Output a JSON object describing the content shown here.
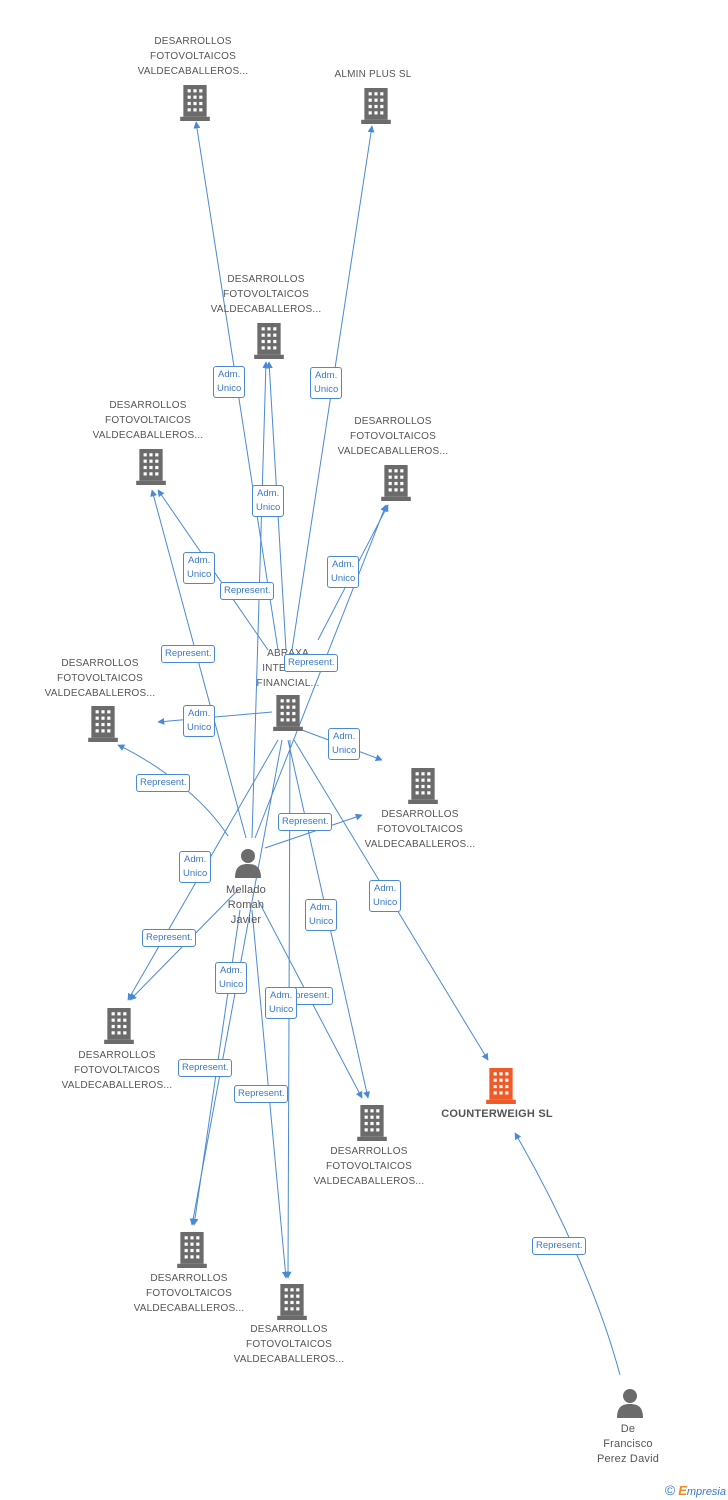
{
  "colors": {
    "edge": "#4a8ad4",
    "building": "#6b6b6b",
    "highlight": "#f05a28",
    "person": "#6b6b6b"
  },
  "nodes": {
    "n1": {
      "label": "DESARROLLOS\nFOTOVOLTAICOS\nVALDECABALLEROS...",
      "icon": "building-icon"
    },
    "n2": {
      "label": "ALMIN PLUS SL",
      "icon": "building-icon"
    },
    "n3": {
      "label": "DESARROLLOS\nFOTOVOLTAICOS\nVALDECABALLEROS...",
      "icon": "building-icon"
    },
    "n4": {
      "label": "DESARROLLOS\nFOTOVOLTAICOS\nVALDECABALLEROS...",
      "icon": "building-icon"
    },
    "n5": {
      "label": "DESARROLLOS\nFOTOVOLTAICOS\nVALDECABALLEROS...",
      "icon": "building-icon"
    },
    "n6": {
      "label": "DESARROLLOS\nFOTOVOLTAICOS\nVALDECABALLEROS...",
      "icon": "building-icon"
    },
    "n7": {
      "label": "ABRAXA\nINTEGRAL\nFINANCIAL...",
      "icon": "building-icon"
    },
    "n8": {
      "label": "DESARROLLOS\nFOTOVOLTAICOS\nVALDECABALLEROS...",
      "icon": "building-icon"
    },
    "n9": {
      "label": "DESARROLLOS\nFOTOVOLTAICOS\nVALDECABALLEROS...",
      "icon": "building-icon"
    },
    "n10": {
      "label": "COUNTERWEIGH SL",
      "icon": "building-icon"
    },
    "n11": {
      "label": "DESARROLLOS\nFOTOVOLTAICOS\nVALDECABALLEROS...",
      "icon": "building-icon"
    },
    "n12": {
      "label": "DESARROLLOS\nFOTOVOLTAICOS\nVALDECABALLEROS...",
      "icon": "building-icon"
    },
    "n13": {
      "label": "DESARROLLOS\nFOTOVOLTAICOS\nVALDECABALLEROS...",
      "icon": "building-icon"
    },
    "p1": {
      "label": "Mellado\nRoman\nJavier",
      "icon": "person-icon"
    },
    "p2": {
      "label": "De\nFrancisco\nPerez David",
      "icon": "person-icon"
    }
  },
  "edge_labels": [
    "Adm.\nUnico",
    "Adm.\nUnico",
    "Adm.\nUnico",
    "Adm.\nUnico",
    "Represent.",
    "Adm.\nUnico",
    "Represent.",
    "Represent.",
    "Adm.\nUnico",
    "Adm.\nUnico",
    "Represent.",
    "Represent.",
    "Adm.\nUnico",
    "Adm.\nUnico",
    "Represent.",
    "Adm.\nUnico",
    "Represent.",
    "Adm.\nUnico",
    "Adm.\nUnico",
    "Represent.",
    "Represent.",
    "Represent."
  ],
  "footer": {
    "copyright": "©",
    "brand_e": "E",
    "brand_rest": "mpresia"
  }
}
